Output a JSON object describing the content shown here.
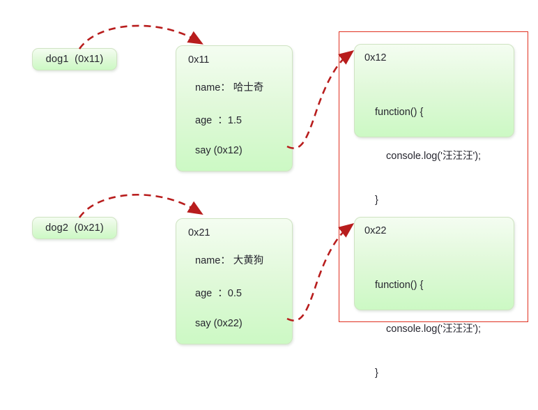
{
  "diagram": {
    "title": "JavaScript object memory reference diagram",
    "colors": {
      "node_fill_top": "#f4fdf1",
      "node_fill_bottom": "#ccf9c4",
      "node_border": "#cfe3c2",
      "arrow": "#b81d1d",
      "group_border": "#e03020",
      "text": "#26262f",
      "background": "#ffffff"
    },
    "variables": [
      {
        "id": "dog1",
        "label": "dog1  (0x11)"
      },
      {
        "id": "dog2",
        "label": "dog2  (0x21)"
      }
    ],
    "objects": [
      {
        "id": "obj-0x11",
        "address": "0x11",
        "properties": [
          "name： 哈士奇",
          "age  ：1.5",
          "say (0x12)"
        ]
      },
      {
        "id": "obj-0x21",
        "address": "0x21",
        "properties": [
          "name： 大黄狗",
          "age  ：0.5",
          "say (0x22)"
        ]
      }
    ],
    "functions": [
      {
        "id": "fn-0x12",
        "address": "0x12",
        "code_lines": [
          "function() {",
          "console.log('汪汪汪');",
          "}"
        ]
      },
      {
        "id": "fn-0x22",
        "address": "0x22",
        "code_lines": [
          "function() {",
          "console.log('汪汪汪');",
          "}"
        ]
      }
    ],
    "group_box": {
      "name": "shared-function-group"
    },
    "arrows": [
      {
        "name": "dog1-to-obj11",
        "from": "dog1",
        "to": "obj-0x11",
        "style": "dashed"
      },
      {
        "name": "dog2-to-obj21",
        "from": "dog2",
        "to": "obj-0x21",
        "style": "dashed"
      },
      {
        "name": "say12-to-fn12",
        "from": "obj-0x11.say",
        "to": "fn-0x12",
        "style": "dashed"
      },
      {
        "name": "say22-to-fn22",
        "from": "obj-0x21.say",
        "to": "fn-0x22",
        "style": "dashed"
      }
    ]
  }
}
